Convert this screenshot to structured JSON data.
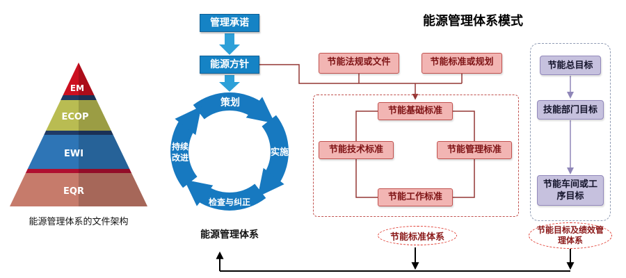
{
  "header": {
    "title": "能源管理体系模式"
  },
  "pyramid": {
    "caption": "能源管理体系的文件架构",
    "layers": [
      {
        "label": "EM",
        "color": "#cc1020"
      },
      {
        "label": "ECOP",
        "color": "#b9bc52"
      },
      {
        "label": "EWI",
        "color": "#2e75b6"
      },
      {
        "label": "EQR",
        "color": "#c67b6b"
      }
    ]
  },
  "flow": {
    "commitment": "管理承诺",
    "policy": "能源方针",
    "cycle": {
      "plan": "策划",
      "do": "实施",
      "check": "检查与纠正",
      "improve_line1": "持续",
      "improve_line2": "改进"
    },
    "caption": "能源管理体系"
  },
  "standards": {
    "input_left": "节能法规或文件",
    "input_right": "节能标准或规划",
    "base": "节能基础标准",
    "tech": "节能技术标准",
    "mgmt": "节能管理标准",
    "work": "节能工作标准",
    "caption": "节能标准体系"
  },
  "targets": {
    "total": "节能总目标",
    "dept": "技能部门目标",
    "workshop": "节能车间或工序目标",
    "caption": "节能目标及绩效管理体系"
  },
  "colors": {
    "process_blue": "#1583c5",
    "cycle_blue": "#1779c0",
    "standards_pink": "#f2b5b3",
    "standards_border": "#c0504d",
    "targets_purple": "#c6c1de",
    "oval_red": "#e03a2f",
    "connector_maroon": "#943634"
  }
}
